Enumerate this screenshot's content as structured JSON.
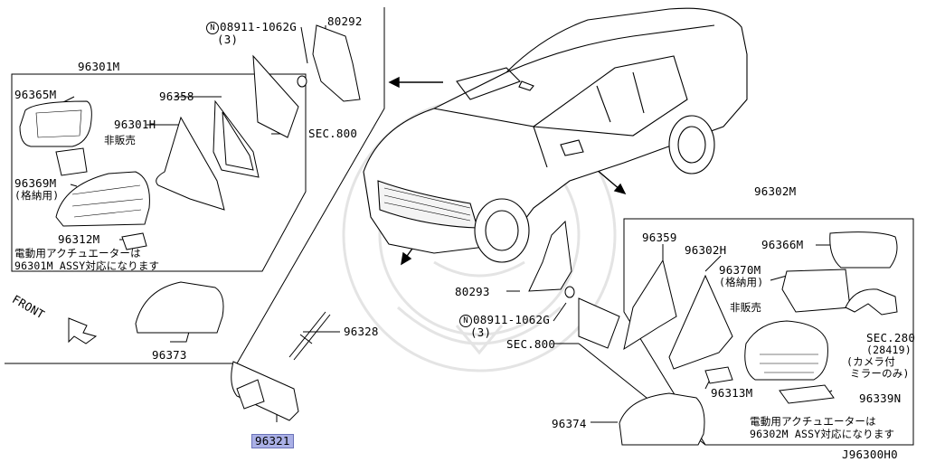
{
  "diagram_id": "J96300H0",
  "labels": {
    "p96301m": "96301M",
    "p96365m": "96365M",
    "p96358": "96358",
    "p96301h": "96301H",
    "hihanbai_left": "非販売",
    "p96369m": "96369M",
    "p96369m_note": "(格納用)",
    "p96312m": "96312M",
    "note_left_1": "電動用アクチュエーターは",
    "note_left_2": "96301M ASSY対応になります",
    "bolt_top_symbol": "N",
    "bolt_top": "08911-1062G",
    "bolt_top_qty": "(3)",
    "p80292": "80292",
    "sec800_top": "SEC.800",
    "front": "FRONT",
    "p96373": "96373",
    "p96328": "96328",
    "p96321": "96321",
    "p96302m": "96302M",
    "p96359": "96359",
    "p96302h": "96302H",
    "p96366m": "96366M",
    "p96370m": "96370M",
    "p96370m_note": "(格納用)",
    "hihanbai_right": "非販売",
    "p80293": "80293",
    "bolt_bottom_symbol": "N",
    "bolt_bottom": "08911-1062G",
    "bolt_bottom_qty": "(3)",
    "sec800_bottom": "SEC.800",
    "sec280": "SEC.280",
    "sec280_ref": "(28419)",
    "camera_note_1": "(カメラ付",
    "camera_note_2": "ミラーのみ)",
    "p96313m": "96313M",
    "p96339n": "96339N",
    "p96374": "96374",
    "note_right_1": "電動用アクチュエーターは",
    "note_right_2": "96302M ASSY対応になります"
  },
  "colors": {
    "line": "#000000",
    "highlight": "#aab0e6",
    "watermark": "#e6e6e6"
  }
}
